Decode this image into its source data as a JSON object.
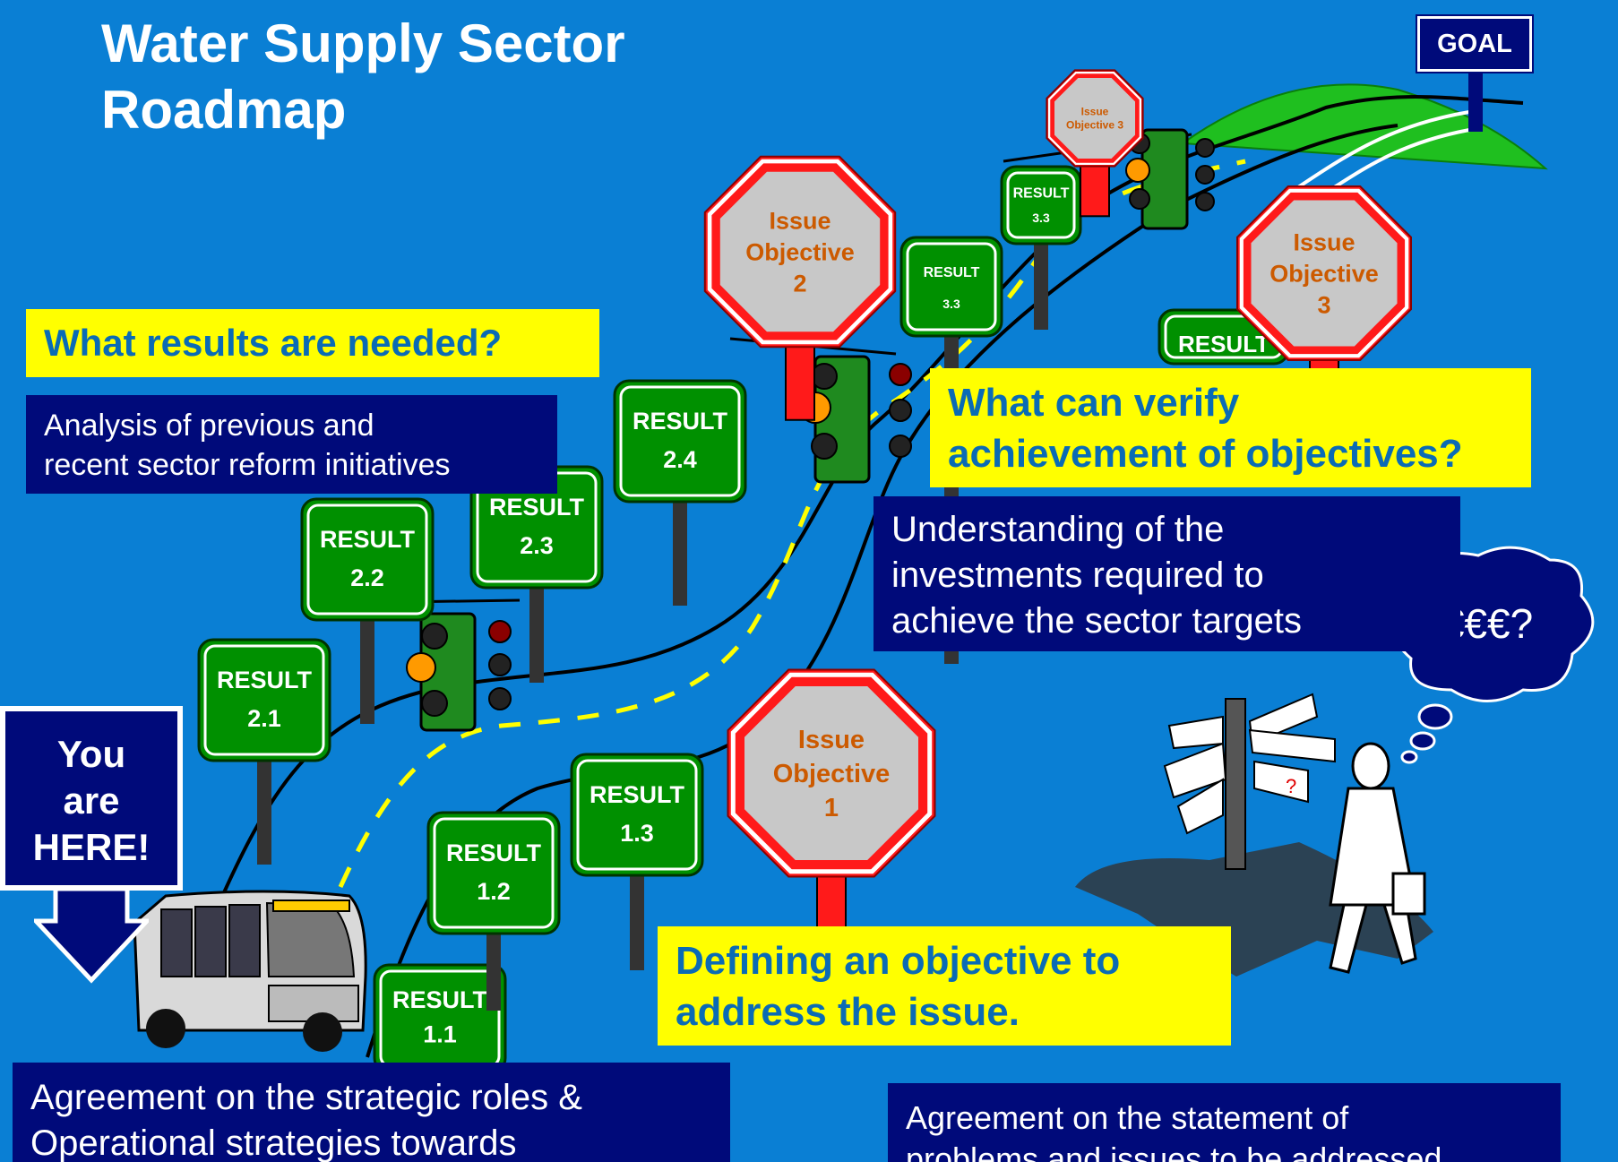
{
  "title_lines": [
    "Water Supply Sector",
    "Roadmap"
  ],
  "goal_label": "GOAL",
  "here_lines": [
    "You",
    "are",
    "HERE!"
  ],
  "questions": {
    "results": "What results are needed?",
    "verify_line1": "What can verify",
    "verify_line2": "achievement of objectives?",
    "define_line1": "Defining an objective to",
    "define_line2": "address the issue."
  },
  "notes": {
    "analysis_line1": "Analysis of previous and",
    "analysis_line2": "recent sector reform initiatives",
    "investments_line1": "Understanding of the",
    "investments_line2": "investments required to",
    "investments_line3": "achieve the sector targets",
    "agreement_roles_line1": "Agreement on the strategic roles &",
    "agreement_roles_line2": "Operational strategies towards",
    "agreement_problems_line1": "Agreement on the statement of",
    "agreement_problems_line2": "problems and issues to be addressed"
  },
  "thought_bubble": "€€€?",
  "signpost_question": "?",
  "result_word": "RESULT",
  "result_signs": [
    {
      "word": "RESULT",
      "num": "1.1"
    },
    {
      "word": "RESULT",
      "num": "1.2"
    },
    {
      "word": "RESULT",
      "num": "1.3"
    },
    {
      "word": "RESULT",
      "num": "2.1"
    },
    {
      "word": "RESULT",
      "num": "2.2"
    },
    {
      "word": "RESULT",
      "num": "2.3"
    },
    {
      "word": "RESULT",
      "num": "2.4"
    },
    {
      "word": "RESULT",
      "num": "3.3"
    },
    {
      "word": "RESULT",
      "num": "3.3"
    },
    {
      "word": "RESULT",
      "num": ""
    }
  ],
  "objectives": [
    {
      "line1": "Issue",
      "line2": "Objective",
      "num": "1"
    },
    {
      "line1": "Issue",
      "line2": "Objective",
      "num": "2"
    },
    {
      "line1": "Issue",
      "line2": "Objective",
      "num": "3"
    },
    {
      "line1": "Issue",
      "line2": "Objective 3",
      "num": ""
    }
  ],
  "colors": {
    "background": "#0a7fd4",
    "navy_box": "#000a7a",
    "question_box": "#ffff00",
    "question_text": "#0a6bb5",
    "result_sign": "#009000",
    "stop_sign": "#ff1a1a",
    "objective_text": "#cc5a00",
    "hill": "#1fbf1f"
  }
}
